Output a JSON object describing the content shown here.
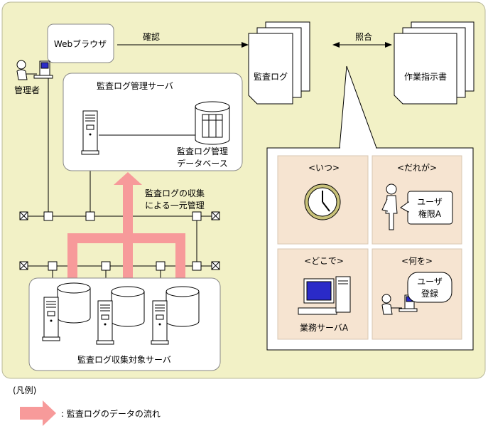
{
  "colors": {
    "background_panel": "#f2f1c6",
    "quadrant_fill": "#f6e4d1",
    "arrow_flow": "#f79a9a",
    "clock_rim": "#c9c27a",
    "monitor_screen": "#2a2ac8"
  },
  "labels": {
    "browser": "Webブラウザ",
    "admin": "管理者",
    "confirm": "確認",
    "audit_log": "監査ログ",
    "collate": "照合",
    "work_instructions": "作業指示書",
    "mgmt_server": "監査ログ管理サーバ",
    "mgmt_db_line1": "監査ログ管理",
    "mgmt_db_line2": "データベース",
    "collect_line1": "監査ログの収集",
    "collect_line2": "による一元管理",
    "target_servers": "監査ログ収集対象サーバ",
    "when": "<いつ>",
    "who": "<だれが>",
    "user_line1": "ユーザ",
    "user_line2": "権限A",
    "where": "<どこで>",
    "business_server": "業務サーバA",
    "what": "<何を>",
    "register_line1": "ユーザ",
    "register_line2": "登録"
  },
  "legend": {
    "heading": "(凡例)",
    "flow_label": ": 監査ログのデータの流れ"
  },
  "icons": [
    "person-at-computer-icon",
    "server-tower-icon",
    "database-cylinder-icon",
    "document-stack-icon",
    "clock-icon",
    "standing-person-icon",
    "desktop-computer-icon",
    "network-terminator-icon"
  ]
}
